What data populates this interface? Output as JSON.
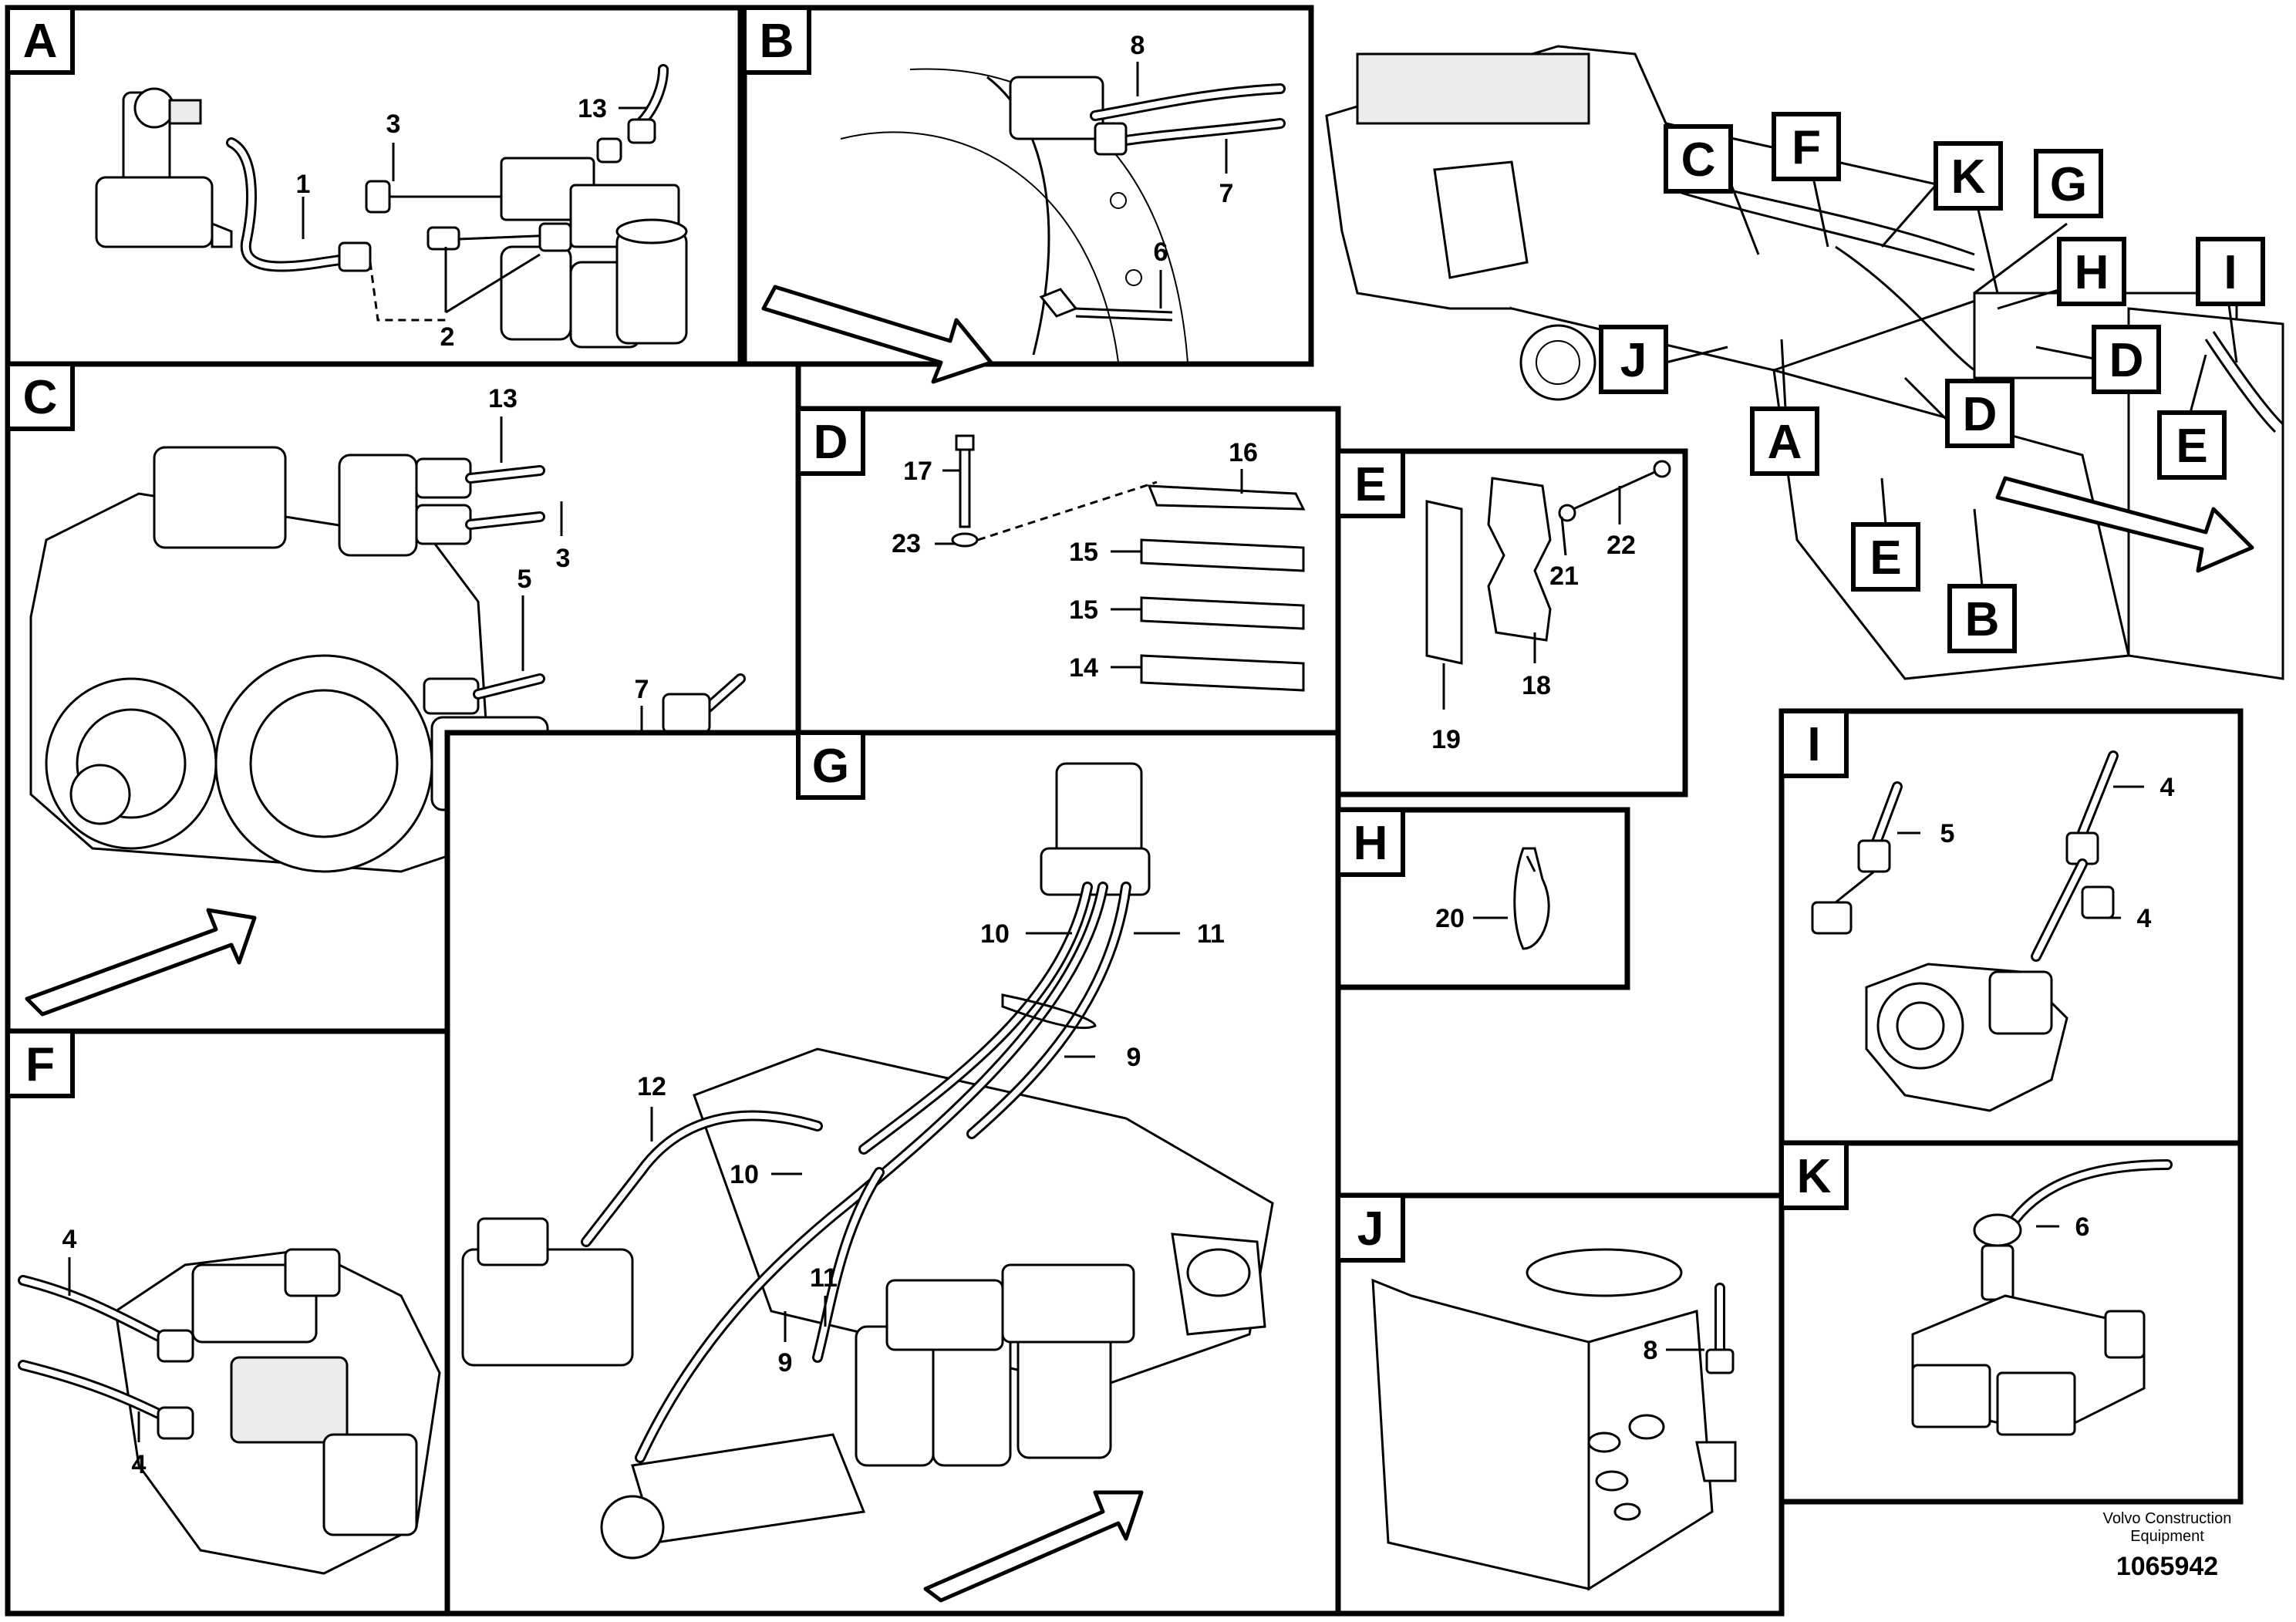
{
  "panels": {
    "A": {
      "letter": "A",
      "numbers": [
        "13",
        "3",
        "1",
        "2"
      ]
    },
    "B": {
      "letter": "B",
      "numbers": [
        "8",
        "7",
        "6"
      ]
    },
    "C": {
      "letter": "C",
      "numbers": [
        "13",
        "3",
        "5",
        "7"
      ]
    },
    "D": {
      "letter": "D",
      "numbers": [
        "17",
        "16",
        "23",
        "15",
        "15",
        "14"
      ]
    },
    "E": {
      "letter": "E",
      "numbers": [
        "21",
        "22",
        "18",
        "19"
      ]
    },
    "F": {
      "letter": "F",
      "numbers": [
        "4",
        "4"
      ]
    },
    "G": {
      "letter": "G",
      "numbers": [
        "10",
        "11",
        "9",
        "12",
        "10",
        "11",
        "9"
      ]
    },
    "H": {
      "letter": "H",
      "numbers": [
        "20"
      ]
    },
    "I": {
      "letter": "I",
      "numbers": [
        "4",
        "5",
        "4"
      ]
    },
    "J": {
      "letter": "J",
      "numbers": [
        "8"
      ]
    },
    "K": {
      "letter": "K",
      "numbers": [
        "6"
      ]
    }
  },
  "overview_callouts": [
    "C",
    "F",
    "K",
    "G",
    "H",
    "I",
    "J",
    "D",
    "D",
    "A",
    "E",
    "E",
    "B"
  ],
  "footer": {
    "company_line1": "Volvo Construction",
    "company_line2": "Equipment",
    "document_number": "1065942"
  }
}
